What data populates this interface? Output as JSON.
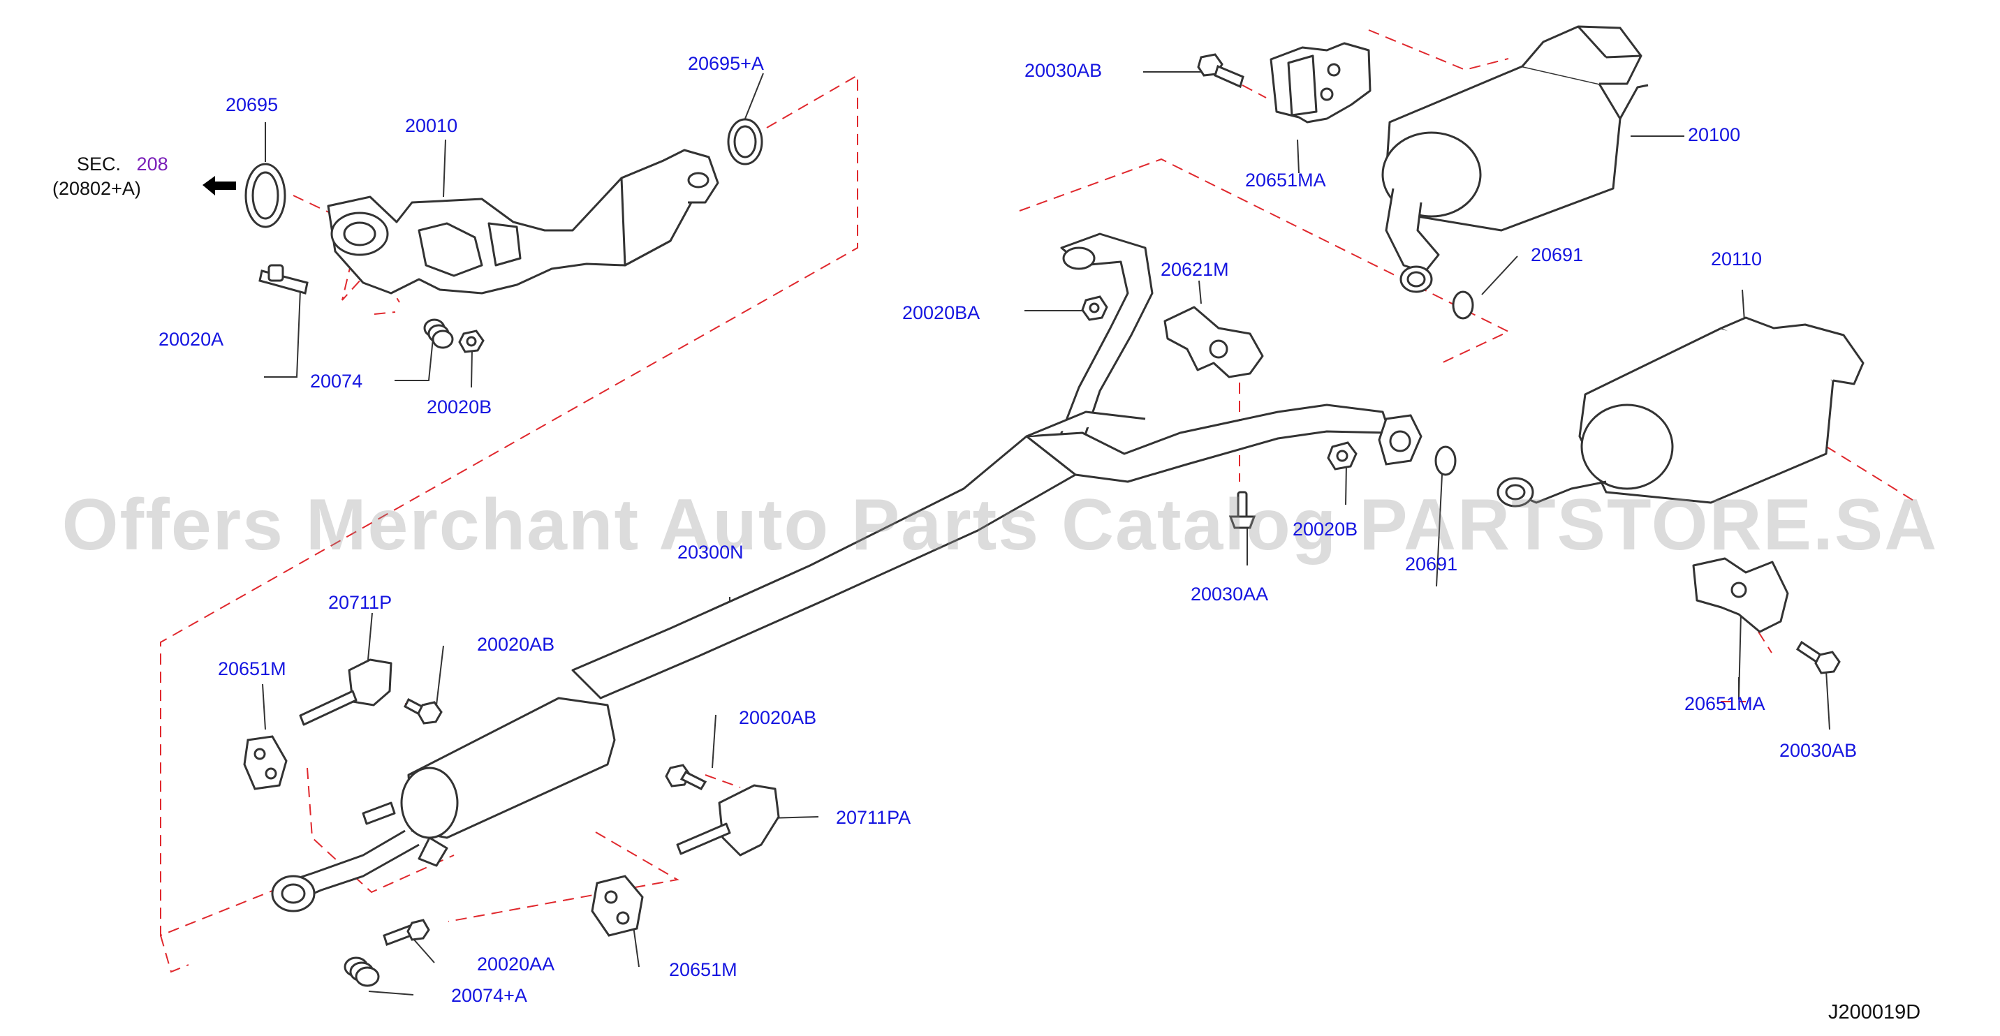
{
  "section_ref": {
    "prefix": "SEC.",
    "number": "208",
    "sub": "(20802+A)"
  },
  "labels": {
    "p20695": "20695",
    "p20010": "20010",
    "p20695a": "20695+A",
    "p20020a": "20020A",
    "p20074": "20074",
    "p20020b": "20020B",
    "p20030ab_top": "20030AB",
    "p20651ma_top": "20651MA",
    "p20100": "20100",
    "p20691_top": "20691",
    "p20621m": "20621M",
    "p20020ba": "20020BA",
    "p20110": "20110",
    "p20020b_mid": "20020B",
    "p20691_mid": "20691",
    "p20030aa": "20030AA",
    "p20300n": "20300N",
    "p20711p": "20711P",
    "p20020ab_1": "20020AB",
    "p20651m_1": "20651M",
    "p20020ab_2": "20020AB",
    "p20711pa": "20711PA",
    "p20020aa": "20020AA",
    "p20651m_2": "20651M",
    "p20074a": "20074+A",
    "p20651ma_right": "20651MA",
    "p20030ab_right": "20030AB"
  },
  "watermark": "Offers Merchant Auto Parts Catalog PARTSTORE.SA",
  "diagram_code": "J200019D",
  "colors": {
    "label": "#1515e0",
    "dash": "#e0282d",
    "line": "#333333",
    "section": "#7a1fb8"
  }
}
